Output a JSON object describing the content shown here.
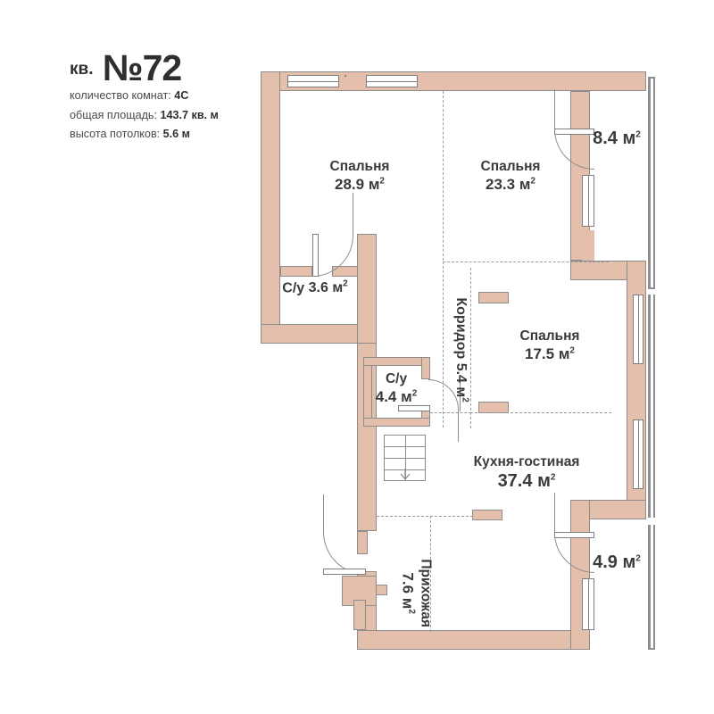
{
  "header": {
    "prefix": "кв.",
    "number": "№72",
    "specs": [
      {
        "label": "количество комнат:",
        "value": "4С"
      },
      {
        "label": "общая площадь:",
        "value": "143.7 кв. м"
      },
      {
        "label": "высота потолков:",
        "value": "5.6 м"
      }
    ]
  },
  "units": "м",
  "superscript": "2",
  "colors": {
    "wall_fill": "#e4c0ac",
    "wall_stroke": "#8d8d8d",
    "room_fill": "#ffffff",
    "text": "#3a3a3a",
    "title": "#2f2f2f",
    "dashed": "#9a9a9a"
  },
  "rooms": [
    {
      "id": "bedroom-1",
      "name": "Спальня",
      "area": "28.9",
      "unit": "м",
      "sup": "2"
    },
    {
      "id": "bedroom-2",
      "name": "Спальня",
      "area": "23.3",
      "unit": "м",
      "sup": "2"
    },
    {
      "id": "bedroom-3",
      "name": "Спальня",
      "area": "17.5",
      "unit": "м",
      "sup": "2"
    },
    {
      "id": "bathroom-1",
      "name": "С/у",
      "area": "3.6",
      "unit": "м",
      "sup": "2"
    },
    {
      "id": "bathroom-2",
      "name": "С/у",
      "area": "4.4",
      "unit": "м",
      "sup": "2"
    },
    {
      "id": "corridor",
      "name": "Коридор",
      "area": "5.4",
      "unit": "м",
      "sup": "2"
    },
    {
      "id": "kitchen-living",
      "name": "Кухня-гостиная",
      "area": "37.4",
      "unit": "м",
      "sup": "2"
    },
    {
      "id": "hallway",
      "name": "Прихожая",
      "area": "7.6",
      "unit": "м",
      "sup": "2"
    },
    {
      "id": "balcony-top",
      "name": "",
      "area": "8.4",
      "unit": "м",
      "sup": "2"
    },
    {
      "id": "balcony-bottom",
      "name": "",
      "area": "4.9",
      "unit": "м",
      "sup": "2"
    }
  ]
}
